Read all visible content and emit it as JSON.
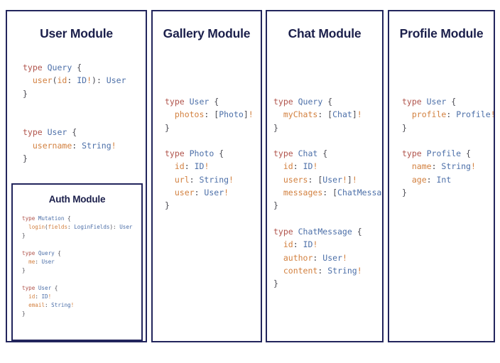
{
  "canvas": {
    "background": "#ffffff",
    "border_color": "#22255c",
    "title_color": "#1b1f4b"
  },
  "syntax_colors": {
    "keyword": "#b0534b",
    "type_name": "#4c6fa8",
    "field_name": "#d2803f",
    "bang": "#d2803f",
    "punctuation": "#4a4a52"
  },
  "modules": {
    "user": {
      "title": "User Module",
      "code": [
        {
          "tokens": [
            {
              "t": "type ",
              "c": "kw"
            },
            {
              "t": "Query",
              "c": "tn"
            },
            {
              "t": " {",
              "c": "pn"
            }
          ]
        },
        {
          "tokens": [
            {
              "t": "  ",
              "c": "pn"
            },
            {
              "t": "user",
              "c": "fld"
            },
            {
              "t": "(",
              "c": "pn"
            },
            {
              "t": "id",
              "c": "fld"
            },
            {
              "t": ": ",
              "c": "pn"
            },
            {
              "t": "ID",
              "c": "tn"
            },
            {
              "t": "!",
              "c": "bang"
            },
            {
              "t": "): ",
              "c": "pn"
            },
            {
              "t": "User",
              "c": "tn"
            }
          ]
        },
        {
          "tokens": [
            {
              "t": "}",
              "c": "pn"
            }
          ]
        },
        {
          "tokens": []
        },
        {
          "tokens": []
        },
        {
          "tokens": [
            {
              "t": "type ",
              "c": "kw"
            },
            {
              "t": "User",
              "c": "tn"
            },
            {
              "t": " {",
              "c": "pn"
            }
          ]
        },
        {
          "tokens": [
            {
              "t": "  ",
              "c": "pn"
            },
            {
              "t": "username",
              "c": "fld"
            },
            {
              "t": ": ",
              "c": "pn"
            },
            {
              "t": "String",
              "c": "tn"
            },
            {
              "t": "!",
              "c": "bang"
            }
          ]
        },
        {
          "tokens": [
            {
              "t": "}",
              "c": "pn"
            }
          ]
        }
      ]
    },
    "auth": {
      "title": "Auth Module",
      "code": [
        {
          "tokens": [
            {
              "t": "type ",
              "c": "kw"
            },
            {
              "t": "Mutation",
              "c": "tn"
            },
            {
              "t": " {",
              "c": "pn"
            }
          ]
        },
        {
          "tokens": [
            {
              "t": "  ",
              "c": "pn"
            },
            {
              "t": "login",
              "c": "fld"
            },
            {
              "t": "(",
              "c": "pn"
            },
            {
              "t": "fields",
              "c": "fld"
            },
            {
              "t": ": ",
              "c": "pn"
            },
            {
              "t": "LoginFields",
              "c": "tn"
            },
            {
              "t": "): ",
              "c": "pn"
            },
            {
              "t": "User",
              "c": "tn"
            }
          ]
        },
        {
          "tokens": [
            {
              "t": "}",
              "c": "pn"
            }
          ]
        },
        {
          "tokens": []
        },
        {
          "tokens": [
            {
              "t": "type ",
              "c": "kw"
            },
            {
              "t": "Query",
              "c": "tn"
            },
            {
              "t": " {",
              "c": "pn"
            }
          ]
        },
        {
          "tokens": [
            {
              "t": "  ",
              "c": "pn"
            },
            {
              "t": "me",
              "c": "fld"
            },
            {
              "t": ": ",
              "c": "pn"
            },
            {
              "t": "User",
              "c": "tn"
            }
          ]
        },
        {
          "tokens": [
            {
              "t": "}",
              "c": "pn"
            }
          ]
        },
        {
          "tokens": []
        },
        {
          "tokens": [
            {
              "t": "type ",
              "c": "kw"
            },
            {
              "t": "User",
              "c": "tn"
            },
            {
              "t": " {",
              "c": "pn"
            }
          ]
        },
        {
          "tokens": [
            {
              "t": "  ",
              "c": "pn"
            },
            {
              "t": "id",
              "c": "fld"
            },
            {
              "t": ": ",
              "c": "pn"
            },
            {
              "t": "ID",
              "c": "tn"
            },
            {
              "t": "!",
              "c": "bang"
            }
          ]
        },
        {
          "tokens": [
            {
              "t": "  ",
              "c": "pn"
            },
            {
              "t": "email",
              "c": "fld"
            },
            {
              "t": ": ",
              "c": "pn"
            },
            {
              "t": "String",
              "c": "tn"
            },
            {
              "t": "!",
              "c": "bang"
            }
          ]
        },
        {
          "tokens": [
            {
              "t": "}",
              "c": "pn"
            }
          ]
        }
      ]
    },
    "gallery": {
      "title": "Gallery Module",
      "code": [
        {
          "tokens": [
            {
              "t": "type ",
              "c": "kw"
            },
            {
              "t": "User",
              "c": "tn"
            },
            {
              "t": " {",
              "c": "pn"
            }
          ]
        },
        {
          "tokens": [
            {
              "t": "  ",
              "c": "pn"
            },
            {
              "t": "photos",
              "c": "fld"
            },
            {
              "t": ": [",
              "c": "pn"
            },
            {
              "t": "Photo",
              "c": "tn"
            },
            {
              "t": "]",
              "c": "pn"
            },
            {
              "t": "!",
              "c": "bang"
            }
          ]
        },
        {
          "tokens": [
            {
              "t": "}",
              "c": "pn"
            }
          ]
        },
        {
          "tokens": []
        },
        {
          "tokens": [
            {
              "t": "type ",
              "c": "kw"
            },
            {
              "t": "Photo",
              "c": "tn"
            },
            {
              "t": " {",
              "c": "pn"
            }
          ]
        },
        {
          "tokens": [
            {
              "t": "  ",
              "c": "pn"
            },
            {
              "t": "id",
              "c": "fld"
            },
            {
              "t": ": ",
              "c": "pn"
            },
            {
              "t": "ID",
              "c": "tn"
            },
            {
              "t": "!",
              "c": "bang"
            }
          ]
        },
        {
          "tokens": [
            {
              "t": "  ",
              "c": "pn"
            },
            {
              "t": "url",
              "c": "fld"
            },
            {
              "t": ": ",
              "c": "pn"
            },
            {
              "t": "String",
              "c": "tn"
            },
            {
              "t": "!",
              "c": "bang"
            }
          ]
        },
        {
          "tokens": [
            {
              "t": "  ",
              "c": "pn"
            },
            {
              "t": "user",
              "c": "fld"
            },
            {
              "t": ": ",
              "c": "pn"
            },
            {
              "t": "User",
              "c": "tn"
            },
            {
              "t": "!",
              "c": "bang"
            }
          ]
        },
        {
          "tokens": [
            {
              "t": "}",
              "c": "pn"
            }
          ]
        }
      ]
    },
    "chat": {
      "title": "Chat Module",
      "code": [
        {
          "tokens": [
            {
              "t": "type ",
              "c": "kw"
            },
            {
              "t": "Query",
              "c": "tn"
            },
            {
              "t": " {",
              "c": "pn"
            }
          ]
        },
        {
          "tokens": [
            {
              "t": "  ",
              "c": "pn"
            },
            {
              "t": "myChats",
              "c": "fld"
            },
            {
              "t": ": [",
              "c": "pn"
            },
            {
              "t": "Chat",
              "c": "tn"
            },
            {
              "t": "]",
              "c": "pn"
            },
            {
              "t": "!",
              "c": "bang"
            }
          ]
        },
        {
          "tokens": [
            {
              "t": "}",
              "c": "pn"
            }
          ]
        },
        {
          "tokens": []
        },
        {
          "tokens": [
            {
              "t": "type ",
              "c": "kw"
            },
            {
              "t": "Chat",
              "c": "tn"
            },
            {
              "t": " {",
              "c": "pn"
            }
          ]
        },
        {
          "tokens": [
            {
              "t": "  ",
              "c": "pn"
            },
            {
              "t": "id",
              "c": "fld"
            },
            {
              "t": ": ",
              "c": "pn"
            },
            {
              "t": "ID",
              "c": "tn"
            },
            {
              "t": "!",
              "c": "bang"
            }
          ]
        },
        {
          "tokens": [
            {
              "t": "  ",
              "c": "pn"
            },
            {
              "t": "users",
              "c": "fld"
            },
            {
              "t": ": [",
              "c": "pn"
            },
            {
              "t": "User",
              "c": "tn"
            },
            {
              "t": "!",
              "c": "bang"
            },
            {
              "t": "]",
              "c": "pn"
            },
            {
              "t": "!",
              "c": "bang"
            }
          ]
        },
        {
          "tokens": [
            {
              "t": "  ",
              "c": "pn"
            },
            {
              "t": "messages",
              "c": "fld"
            },
            {
              "t": ": [",
              "c": "pn"
            },
            {
              "t": "ChatMessage",
              "c": "tn"
            },
            {
              "t": "]",
              "c": "pn"
            },
            {
              "t": "!",
              "c": "bang"
            }
          ]
        },
        {
          "tokens": [
            {
              "t": "}",
              "c": "pn"
            }
          ]
        },
        {
          "tokens": []
        },
        {
          "tokens": [
            {
              "t": "type ",
              "c": "kw"
            },
            {
              "t": "ChatMessage",
              "c": "tn"
            },
            {
              "t": " {",
              "c": "pn"
            }
          ]
        },
        {
          "tokens": [
            {
              "t": "  ",
              "c": "pn"
            },
            {
              "t": "id",
              "c": "fld"
            },
            {
              "t": ": ",
              "c": "pn"
            },
            {
              "t": "ID",
              "c": "tn"
            },
            {
              "t": "!",
              "c": "bang"
            }
          ]
        },
        {
          "tokens": [
            {
              "t": "  ",
              "c": "pn"
            },
            {
              "t": "author",
              "c": "fld"
            },
            {
              "t": ": ",
              "c": "pn"
            },
            {
              "t": "User",
              "c": "tn"
            },
            {
              "t": "!",
              "c": "bang"
            }
          ]
        },
        {
          "tokens": [
            {
              "t": "  ",
              "c": "pn"
            },
            {
              "t": "content",
              "c": "fld"
            },
            {
              "t": ": ",
              "c": "pn"
            },
            {
              "t": "String",
              "c": "tn"
            },
            {
              "t": "!",
              "c": "bang"
            }
          ]
        },
        {
          "tokens": [
            {
              "t": "}",
              "c": "pn"
            }
          ]
        }
      ]
    },
    "profile": {
      "title": "Profile Module",
      "code": [
        {
          "tokens": [
            {
              "t": "type ",
              "c": "kw"
            },
            {
              "t": "User",
              "c": "tn"
            },
            {
              "t": " {",
              "c": "pn"
            }
          ]
        },
        {
          "tokens": [
            {
              "t": "  ",
              "c": "pn"
            },
            {
              "t": "profile",
              "c": "fld"
            },
            {
              "t": ": ",
              "c": "pn"
            },
            {
              "t": "Profile",
              "c": "tn"
            },
            {
              "t": "!",
              "c": "bang"
            }
          ]
        },
        {
          "tokens": [
            {
              "t": "}",
              "c": "pn"
            }
          ]
        },
        {
          "tokens": []
        },
        {
          "tokens": [
            {
              "t": "type ",
              "c": "kw"
            },
            {
              "t": "Profile",
              "c": "tn"
            },
            {
              "t": " {",
              "c": "pn"
            }
          ]
        },
        {
          "tokens": [
            {
              "t": "  ",
              "c": "pn"
            },
            {
              "t": "name",
              "c": "fld"
            },
            {
              "t": ": ",
              "c": "pn"
            },
            {
              "t": "String",
              "c": "tn"
            },
            {
              "t": "!",
              "c": "bang"
            }
          ]
        },
        {
          "tokens": [
            {
              "t": "  ",
              "c": "pn"
            },
            {
              "t": "age",
              "c": "fld"
            },
            {
              "t": ": ",
              "c": "pn"
            },
            {
              "t": "Int",
              "c": "tn"
            }
          ]
        },
        {
          "tokens": [
            {
              "t": "}",
              "c": "pn"
            }
          ]
        }
      ]
    }
  }
}
